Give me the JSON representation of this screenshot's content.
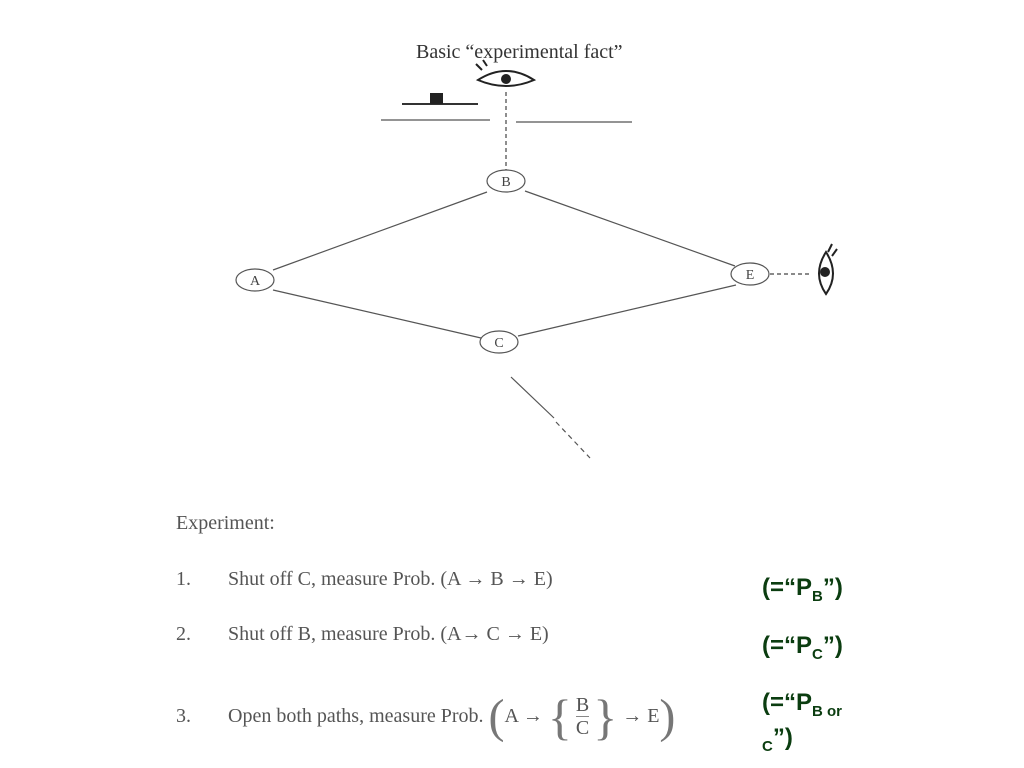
{
  "diagram": {
    "title": "Basic “experimental fact”",
    "nodes": [
      "A",
      "B",
      "C",
      "E"
    ]
  },
  "experiment": {
    "heading": "Experiment:",
    "steps": [
      {
        "number": "1.",
        "text": "Shut off C, measure Prob. (A → B → E)"
      },
      {
        "number": "2.",
        "text": "Shut off B, measure Prob. (A→ C → E)"
      },
      {
        "number": "3.",
        "text": "Open both paths, measure Prob.",
        "formula_start": "A →",
        "stack_top": "B",
        "stack_bottom": "C",
        "formula_end": "→  E"
      }
    ]
  },
  "results": [
    {
      "prefix": "(=“P",
      "sub": "B",
      "suffix": "”)"
    },
    {
      "prefix": "(=“P",
      "sub": "C",
      "suffix": "”)"
    },
    {
      "prefix": "(=“P",
      "sub": "B or",
      "line2_sub": "C",
      "suffix": "”)"
    }
  ],
  "colors": {
    "result_text": "#0b3d10",
    "line": "#555555"
  }
}
